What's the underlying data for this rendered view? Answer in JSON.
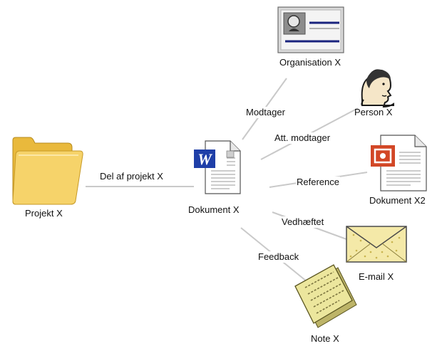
{
  "nodes": {
    "projekt": {
      "label": "Projekt X",
      "icon": "folder-icon"
    },
    "dokument": {
      "label": "Dokument  X",
      "icon": "word-document-icon"
    },
    "organisation": {
      "label": "Organisation X",
      "icon": "business-card-icon"
    },
    "person": {
      "label": "Person X",
      "icon": "person-bust-icon"
    },
    "dokument2": {
      "label": "Dokument X2",
      "icon": "powerpoint-document-icon"
    },
    "email": {
      "label": "E-mail  X",
      "icon": "envelope-icon"
    },
    "note": {
      "label": "Note X",
      "icon": "sticky-note-icon"
    }
  },
  "edges": {
    "del_af_projekt": "Del af projekt X",
    "modtager": "Modtager",
    "att_modtager": "Att. modtager",
    "reference": "Reference",
    "vedhaeftet": "Vedhæftet",
    "feedback": "Feedback"
  },
  "colors": {
    "connector": "#c9c9c9",
    "folder": "#f2c94c",
    "word_blue": "#1f3fa8",
    "ppt_red": "#d24726",
    "envelope": "#f4e9a8",
    "note": "#e8e29a"
  }
}
